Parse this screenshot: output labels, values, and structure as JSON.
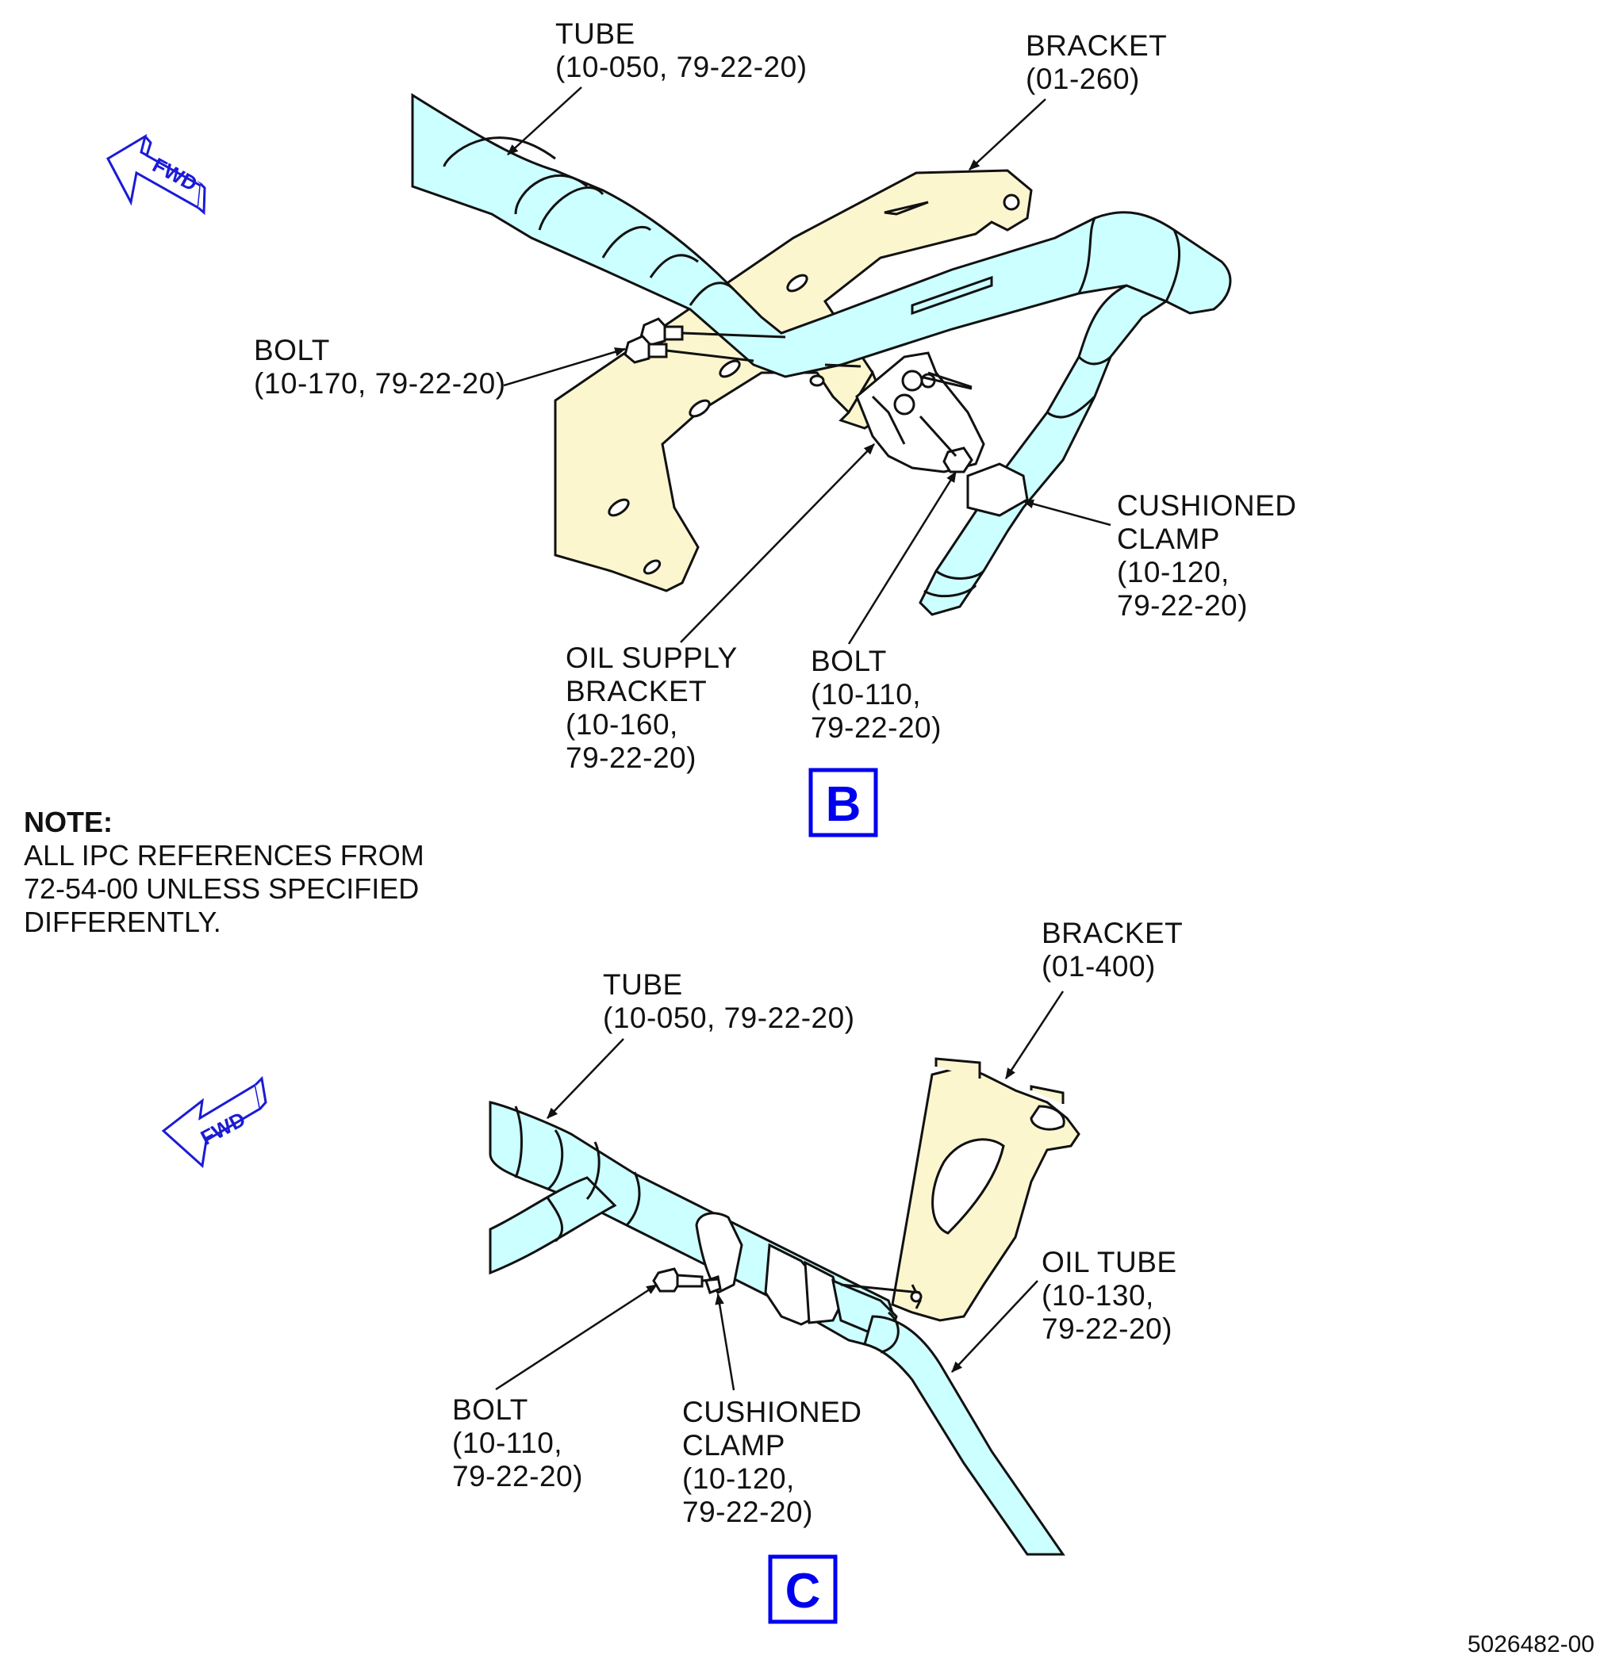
{
  "figure_number": "5026482-00",
  "colors": {
    "tube_fill": "#ccffff",
    "bracket_fill": "#fcf6cf",
    "view_marker": "#0000ee",
    "fwd_arrow": "#1b1bd6"
  },
  "note": {
    "heading": "NOTE:",
    "lines": [
      "ALL IPC REFERENCES FROM",
      "72-54-00 UNLESS SPECIFIED",
      "DIFFERENTLY."
    ]
  },
  "view_b": {
    "letter": "B",
    "fwd": "FWD",
    "tube": [
      "TUBE",
      "(10-050, 79-22-20)"
    ],
    "bracket": [
      "BRACKET",
      "(01-260)"
    ],
    "bolt_left": [
      "BOLT",
      "(10-170, 79-22-20)"
    ],
    "cushioned_clamp": [
      "CUSHIONED",
      "CLAMP",
      "(10-120,",
      "79-22-20)"
    ],
    "oil_supply_bracket": [
      "OIL SUPPLY",
      "BRACKET",
      "(10-160,",
      "79-22-20)"
    ],
    "bolt_lower": [
      "BOLT",
      "(10-110,",
      "79-22-20)"
    ]
  },
  "view_c": {
    "letter": "C",
    "fwd": "FWD",
    "tube": [
      "TUBE",
      "(10-050, 79-22-20)"
    ],
    "bracket": [
      "BRACKET",
      "(01-400)"
    ],
    "oil_tube": [
      "OIL TUBE",
      "(10-130,",
      "79-22-20)"
    ],
    "bolt": [
      "BOLT",
      "(10-110,",
      "79-22-20)"
    ],
    "cushioned_clamp": [
      "CUSHIONED",
      "CLAMP",
      "(10-120,",
      "79-22-20)"
    ]
  }
}
